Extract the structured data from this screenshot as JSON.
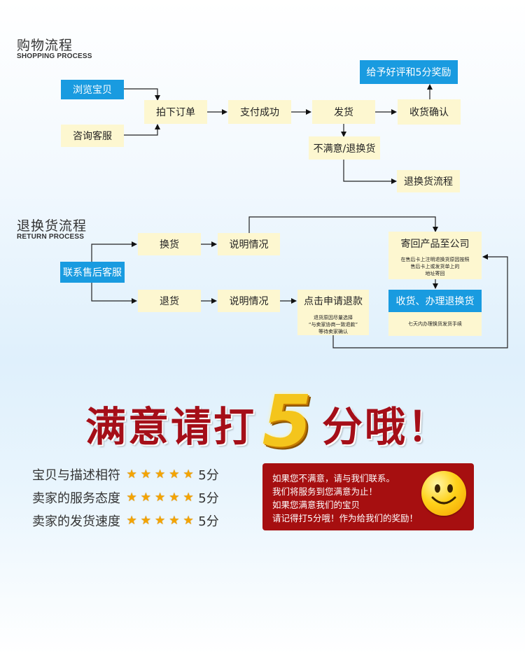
{
  "shopping": {
    "title": "购物流程",
    "subtitle": "SHOPPING PROCESS",
    "browse": "浏览宝贝",
    "consult": "咨询客服",
    "order": "拍下订单",
    "paid": "支付成功",
    "ship": "发货",
    "confirm": "收货确认",
    "reward": "给予好评和5分奖励",
    "unsatisfied": "不满意/退换货",
    "return_flow": "退换货流程"
  },
  "returns": {
    "title": "退换货流程",
    "subtitle": "RETURN PROCESS",
    "contact": "联系售后客服",
    "exchange": "换货",
    "explain1": "说明情况",
    "refund": "退货",
    "explain2": "说明情况",
    "apply": "点击申请退款",
    "apply_note": [
      "退货原因尽量选择",
      "“与卖家协商一致退款”",
      "等待卖家确认"
    ],
    "send_back": "寄回产品至公司",
    "send_note": [
      "在售后卡上注明退换货原因按照",
      "售后卡上或发货单上的",
      "地址寄回"
    ],
    "receive": "收货、办理退换货",
    "receive_note": "七天内办理换货发货手续"
  },
  "banner": {
    "part1": "满意请打",
    "five": "5",
    "part2": "分哦！"
  },
  "ratings": [
    {
      "label": "宝贝与描述相符",
      "score": "5分",
      "stars": 5
    },
    {
      "label": "卖家的服务态度",
      "score": "5分",
      "stars": 5
    },
    {
      "label": "卖家的发货速度",
      "score": "5分",
      "stars": 5
    }
  ],
  "message": [
    "如果您不满意，请与我们联系。",
    "我们将服务到您满意为止！",
    "如果您满意我们的宝贝",
    "请记得打5分哦！作为给我们的奖励！"
  ],
  "colors": {
    "blue_box": "#199be0",
    "yellow_box": "#fdf7d0",
    "dark_red": "#a60f10",
    "star": "#f4a400",
    "five_gold": "#f4c51c"
  }
}
